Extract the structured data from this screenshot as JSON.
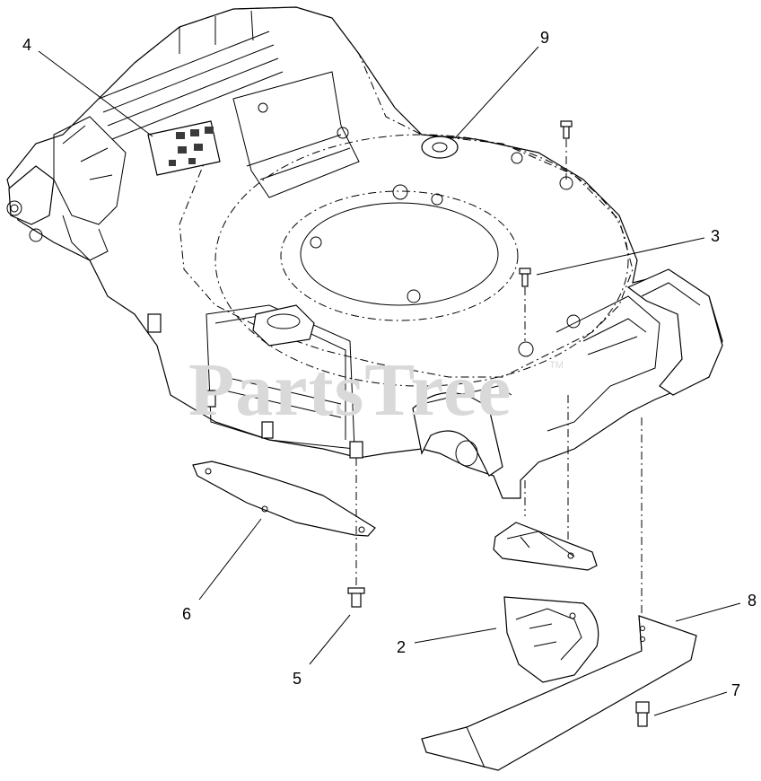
{
  "watermark": {
    "text": "PartsTree",
    "trademark": "TM"
  },
  "callouts": {
    "c1": "4",
    "c2": "9",
    "c3": "3",
    "c4": "6",
    "c5": "5",
    "c6": "2",
    "c7": "8",
    "c8": "7"
  },
  "colors": {
    "line": "#000000",
    "background": "#ffffff",
    "watermark": "#d9d9d9"
  }
}
